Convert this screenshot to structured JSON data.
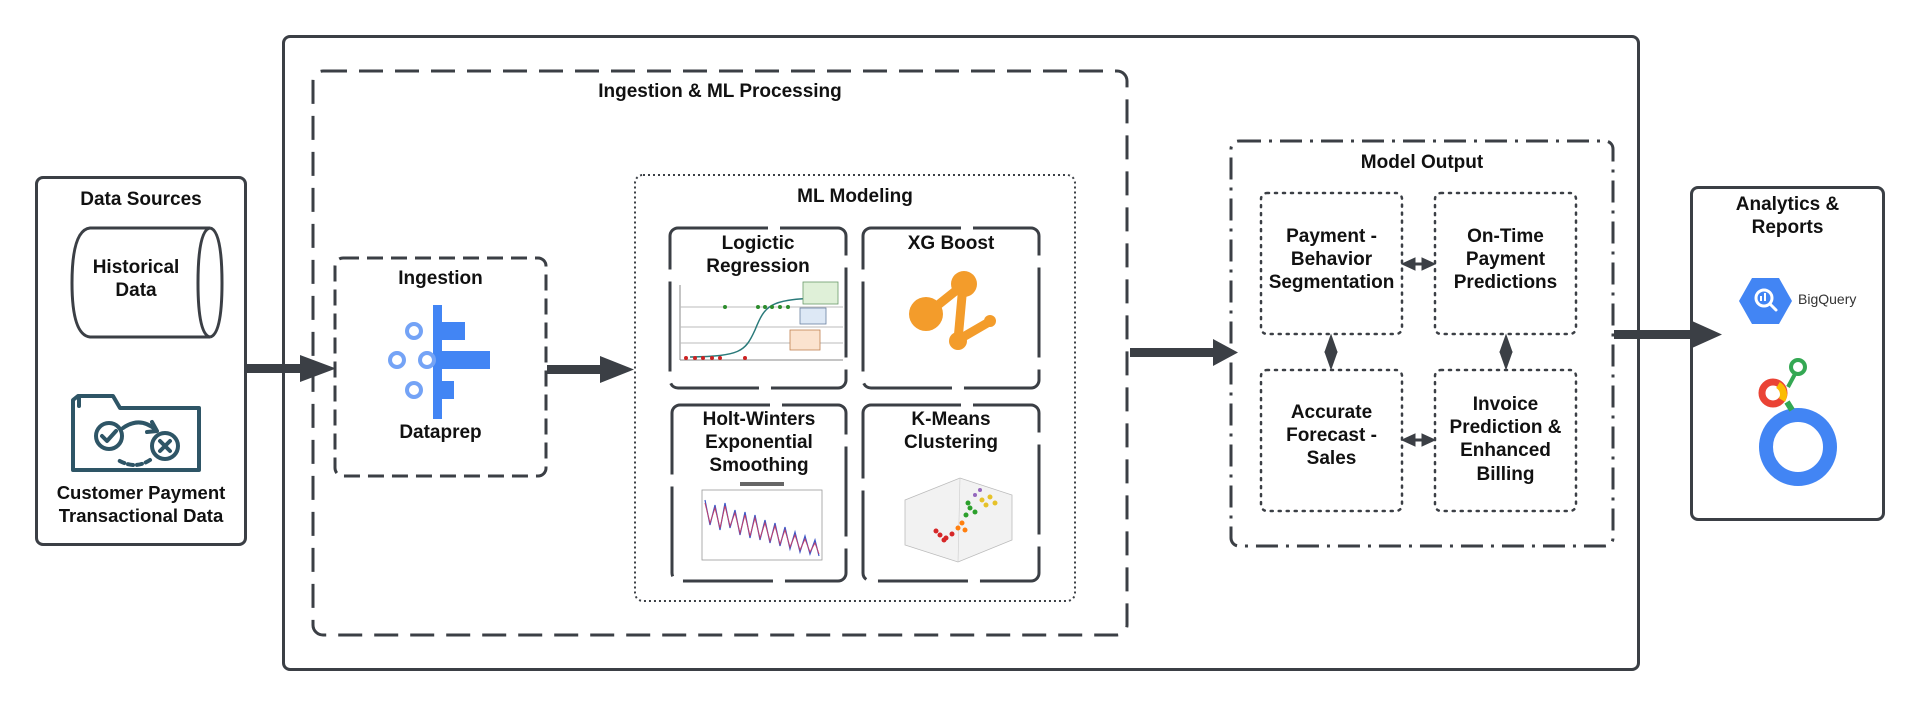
{
  "sources": {
    "title": "Data Sources",
    "historical": "Historical\nData",
    "customer": "Customer Payment\nTransactional Data"
  },
  "processing": {
    "title": "Ingestion & ML Processing",
    "ingestion": {
      "title": "Ingestion",
      "tool": "Dataprep"
    },
    "ml": {
      "title": "ML Modeling",
      "models": [
        {
          "title": "Logictic\nRegression"
        },
        {
          "title": "XG Boost"
        },
        {
          "title": "Holt-Winters\nExponential\nSmoothing"
        },
        {
          "title": "K-Means\nClustering"
        }
      ]
    }
  },
  "output": {
    "title": "Model Output",
    "items": [
      "Payment -\nBehavior\nSegmentation",
      "On-Time\nPayment\nPredictions",
      "Accurate\nForecast -\nSales",
      "Invoice\nPrediction &\nEnhanced\nBilling"
    ]
  },
  "analytics": {
    "title": "Analytics &\nReports",
    "bigquery_label": "BigQuery"
  },
  "icons": [
    "folder-payment-icon",
    "dataprep-icon",
    "xgboost-icon",
    "bigquery-icon",
    "looker-studio-icon"
  ],
  "colors": {
    "border": "#3b3f45",
    "google_blue": "#4285f4",
    "xgboost_orange": "#f39c2b"
  }
}
